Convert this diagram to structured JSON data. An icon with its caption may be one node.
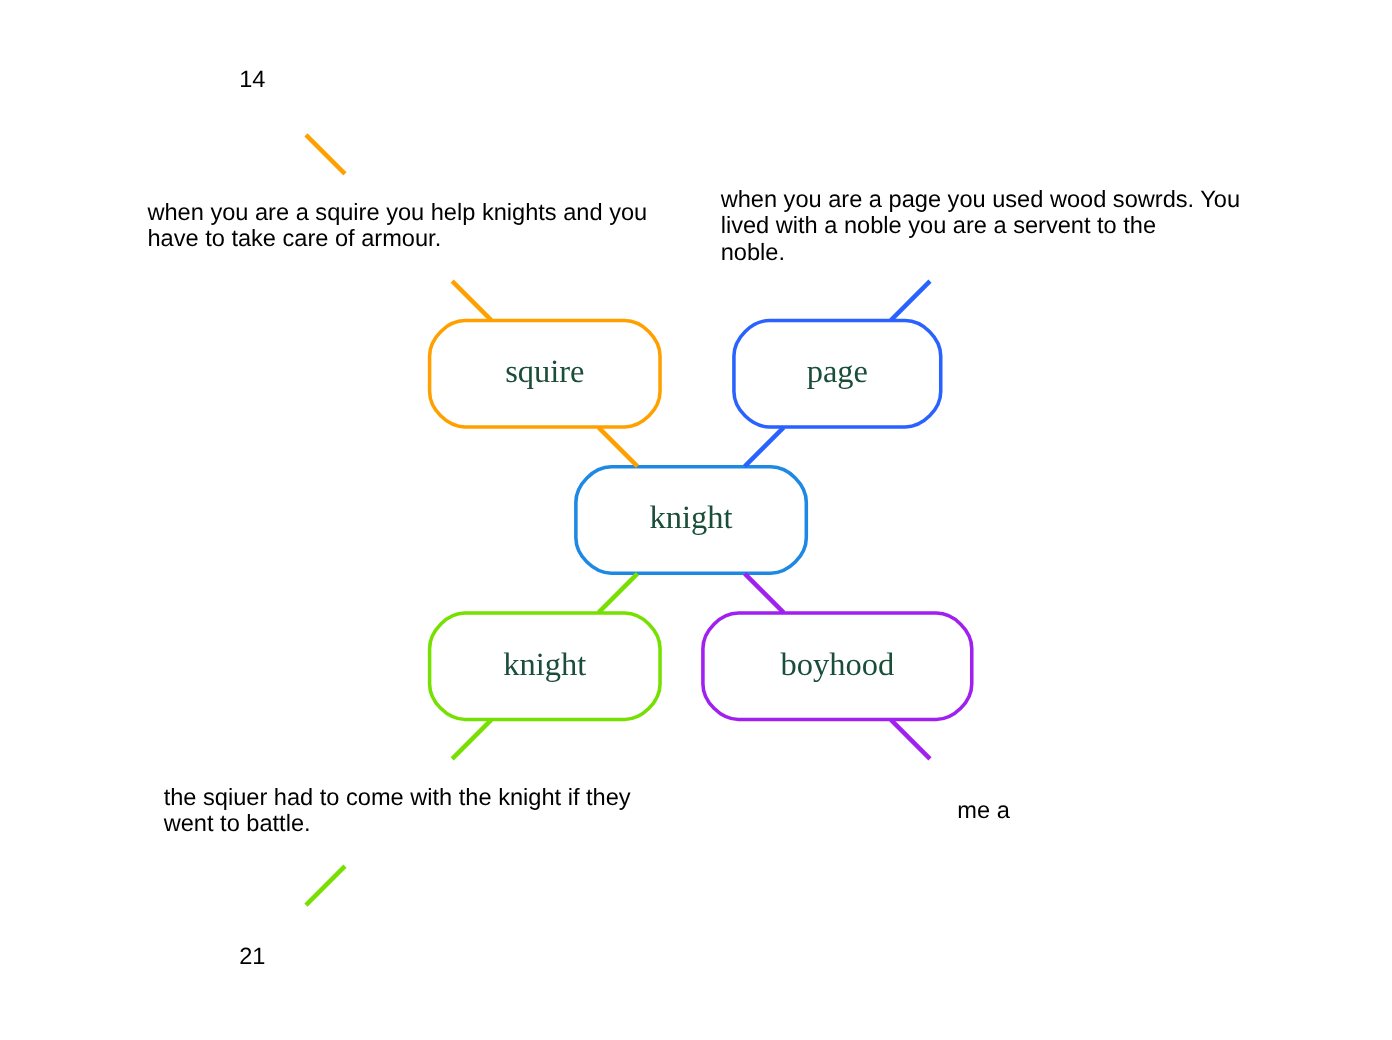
{
  "diagram": {
    "nodes": [
      {
        "text": [
          "knight"
        ]
      },
      {
        "text": [
          "page"
        ]
      },
      {
        "text": [
          "when you are a page you used wood sowrds. You lived with a noble you are a servent to the noble."
        ]
      },
      {
        "text": [
          "squire"
        ]
      },
      {
        "text": [
          "when you are a squire you help knights and you have to take care of armour."
        ]
      },
      {
        "text": [
          "14"
        ]
      },
      {
        "text": [
          "knight"
        ]
      },
      {
        "text": [
          "the sqiuer had to come with the knight if they went to battle."
        ]
      },
      {
        "text": [
          "21"
        ]
      },
      {
        "text": [
          "boyhood"
        ]
      },
      {
        "text": [
          "me a"
        ]
      }
    ],
    "edges": [
      {
        "from": 0,
        "to": 1,
        "arrow": "none",
        "color": "#2962ff"
      },
      {
        "from": 1,
        "to": 2,
        "arrow": "none",
        "color": "#2962ff"
      },
      {
        "from": 0,
        "to": 3,
        "arrow": "none",
        "color": "#ffa000"
      },
      {
        "from": 3,
        "to": 4,
        "arrow": "none",
        "color": "#ffa000"
      },
      {
        "from": 4,
        "to": 5,
        "arrow": "none",
        "color": "#ffa000"
      },
      {
        "from": 0,
        "to": 6,
        "arrow": "none",
        "color": "#76e000"
      },
      {
        "from": 6,
        "to": 7,
        "arrow": "none",
        "color": "#76e000"
      },
      {
        "from": 7,
        "to": 8,
        "arrow": "none",
        "color": "#76e000"
      },
      {
        "from": 0,
        "to": 9,
        "arrow": "none",
        "color": "#a020f0"
      },
      {
        "from": 9,
        "to": 10,
        "arrow": "none",
        "color": "#a020f0"
      }
    ]
  }
}
